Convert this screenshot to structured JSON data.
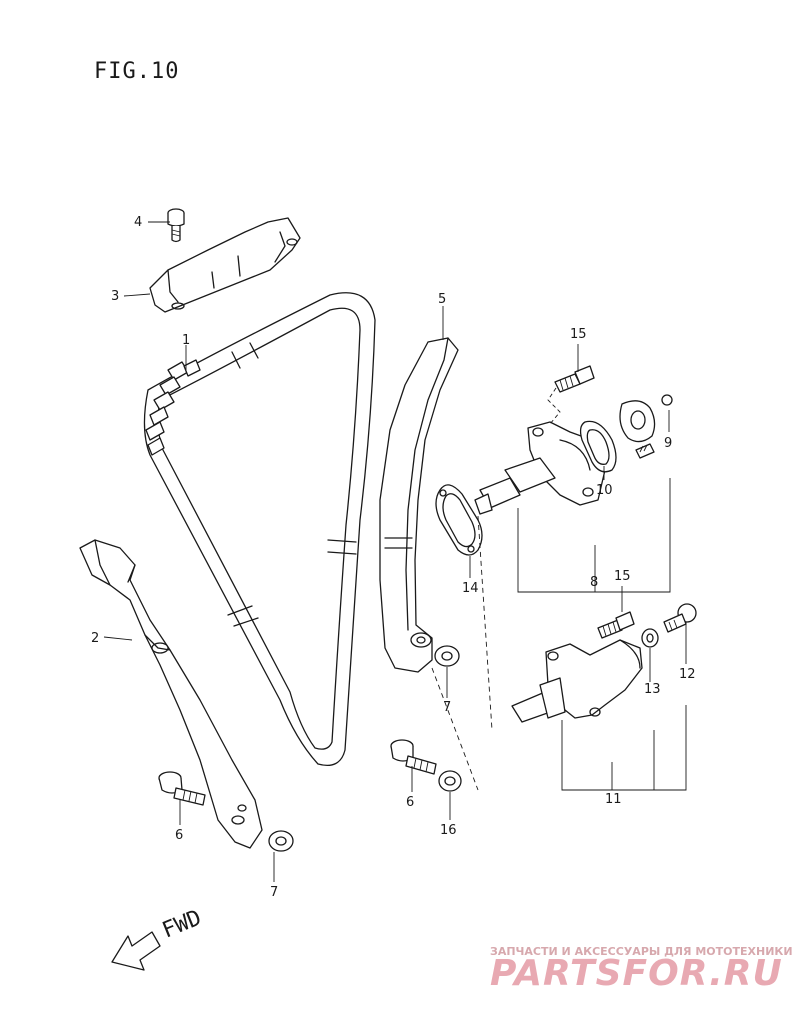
{
  "figure": {
    "title": "FIG.10",
    "direction_label": "FWD"
  },
  "callouts": {
    "c1": "1",
    "c2": "2",
    "c3": "3",
    "c4": "4",
    "c5": "5",
    "c6a": "6",
    "c6b": "6",
    "c7a": "7",
    "c7b": "7",
    "c8": "8",
    "c9": "9",
    "c10": "10",
    "c11": "11",
    "c12": "12",
    "c13": "13",
    "c14": "14",
    "c15a": "15",
    "c15b": "15",
    "c16": "16"
  },
  "watermark": {
    "tagline": "ЗАПЧАСТИ И АКСЕССУАРЫ ДЛЯ МОТОТЕХНИКИ",
    "logo": "PARTSFOR.RU"
  }
}
